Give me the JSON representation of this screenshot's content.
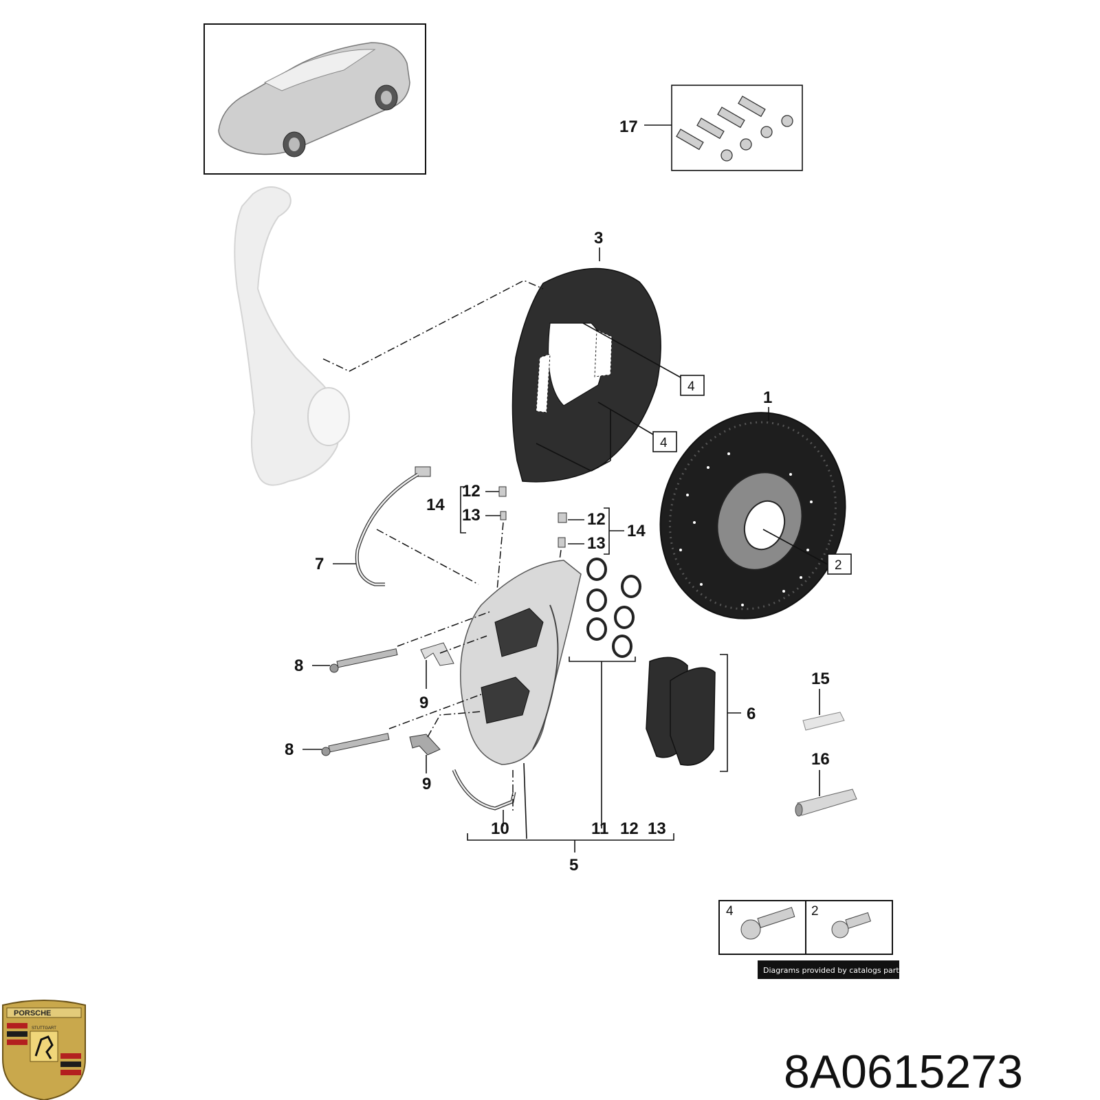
{
  "diagram": {
    "callouts": {
      "c1": "1",
      "c2": "2",
      "c3": "3",
      "c4a": "4",
      "c4b": "4",
      "c5": "5",
      "c6": "6",
      "c7": "7",
      "c8a": "8",
      "c8b": "8",
      "c9a": "9",
      "c9b": "9",
      "c10": "10",
      "c11": "11",
      "c12a": "12",
      "c12b": "12",
      "c12c": "12",
      "c13a": "13",
      "c13b": "13",
      "c13c": "13",
      "c14a": "14",
      "c14b": "14",
      "c15": "15",
      "c16": "16",
      "c17": "17"
    },
    "inset": {
      "left_label": "4",
      "right_label": "2"
    },
    "credit": "Diagrams provided by catalogs parts",
    "part_number": "8A0615273",
    "logo_text": {
      "top": "PORSCHE",
      "mid": "STUTTGART"
    }
  }
}
